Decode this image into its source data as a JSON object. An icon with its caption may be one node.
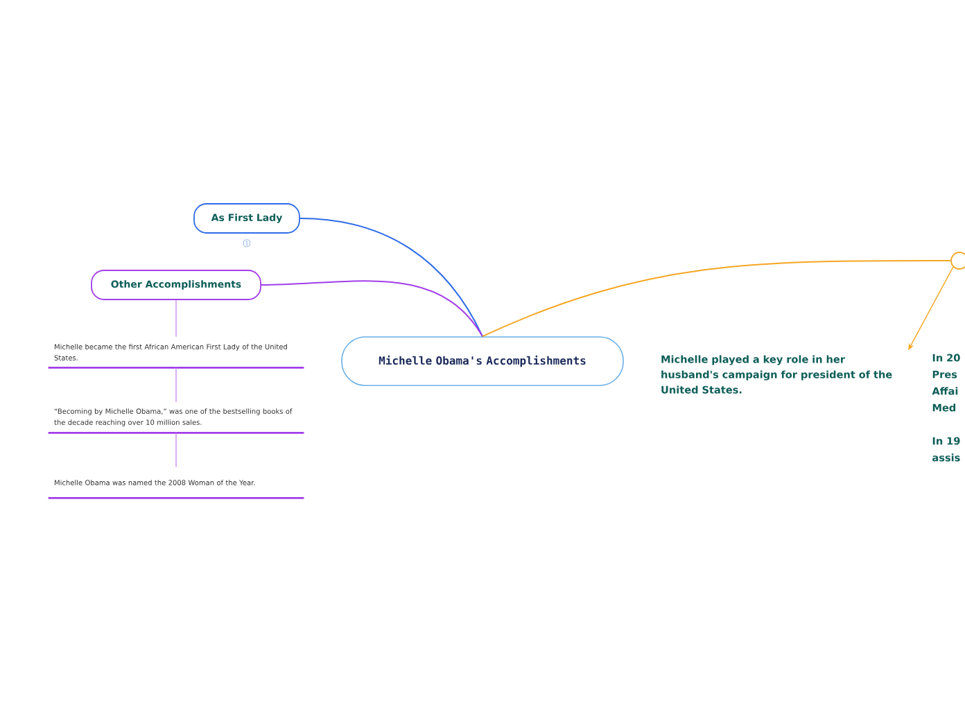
{
  "diagram": {
    "nodes": [
      {
        "text": [
          "Michelle Obama's Accomplishments"
        ]
      },
      {
        "text": [
          "As First Lady"
        ],
        "beside": [
          "1"
        ]
      },
      {
        "text": [
          "Other Accomplishments"
        ]
      },
      {
        "text": [
          "Michelle became the first African American First Lady of the United States."
        ]
      },
      {
        "text": [
          "“Becoming by Michelle Obama,” was one of the bestselling books of the decade reaching over 10 million sales."
        ]
      },
      {
        "text": [
          "Michelle Obama was named the 2008 Woman of the Year."
        ]
      },
      {
        "text": [],
        "shape": "circle"
      },
      {
        "text": [
          "Michelle played a key role in her husband's campaign for president of the United States."
        ]
      }
    ],
    "edges": [
      {
        "from": 0,
        "to": 1,
        "arrow": "none",
        "color": "#2e6be6"
      },
      {
        "from": 0,
        "to": 2,
        "arrow": "none",
        "color": "#a23ee8"
      },
      {
        "from": 0,
        "to": 6,
        "arrow": "none",
        "color": "#f5a623"
      },
      {
        "from": 2,
        "to": 3,
        "arrow": "none",
        "color": "#c98ef0"
      },
      {
        "from": 3,
        "to": 4,
        "arrow": "none",
        "color": "#c98ef0"
      },
      {
        "from": 4,
        "to": 5,
        "arrow": "none",
        "color": "#c98ef0"
      },
      {
        "from": 6,
        "to": 7,
        "arrow": "to",
        "color": "#f5a623"
      }
    ],
    "labels": [
      "In 20 Pres Affai Med",
      "In 19 assis"
    ]
  }
}
